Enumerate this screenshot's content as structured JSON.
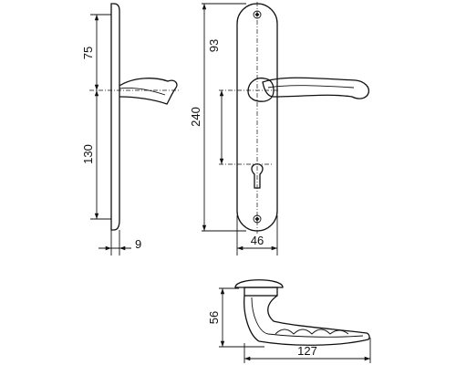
{
  "dimensions": {
    "side_upper": "75",
    "side_lower": "130",
    "side_thickness": "9",
    "front_spacing": "93",
    "front_total_height": "240",
    "front_width": "46",
    "top_height": "56",
    "top_length": "127"
  }
}
